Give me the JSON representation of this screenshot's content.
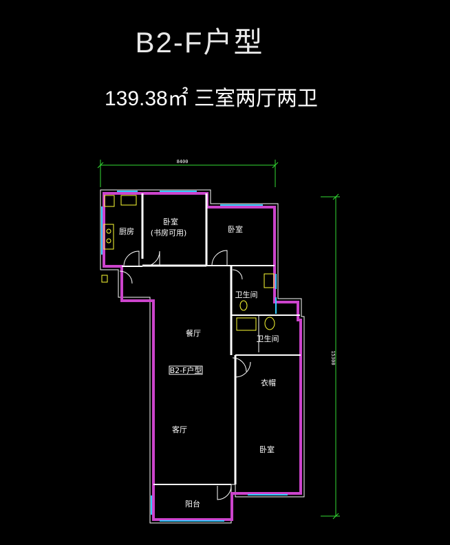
{
  "plan": {
    "title": "B2-F户型",
    "subtitle": "139.38㎡ 三室两厅两卫",
    "tag": "B2-F户型"
  },
  "dimensions": {
    "width": "8400",
    "height": "15300"
  },
  "rooms": {
    "kitchen": "厨房",
    "bedroom_study": "卧室",
    "bedroom_study_note": "(书房可用)",
    "bedroom_north": "卧室",
    "bathroom_1": "卫生间",
    "bathroom_2": "卫生间",
    "dining": "餐厅",
    "living": "客厅",
    "closet": "衣帽",
    "bedroom_master": "卧室",
    "balcony": "阳台"
  },
  "colors": {
    "background": "#000000",
    "wall": "#ffffff",
    "wall_fill": "#cc44cc",
    "window": "#33ccff",
    "dimension": "#33dd33",
    "fixture": "#ffff33"
  }
}
